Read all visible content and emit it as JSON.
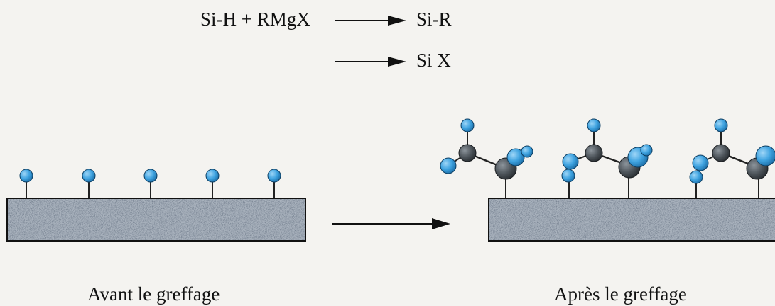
{
  "equation": {
    "reactants": "Si-H + RMgX",
    "product_1": "Si-R",
    "product_2": "Si X"
  },
  "captions": {
    "before": "Avant le greffage",
    "after": "Après le greffage"
  },
  "colors": {
    "hydrogen_atom": "#3fa3e0",
    "carbon_atom": "#4b5258",
    "substrate": "#a9b2bd",
    "bond": "#222222"
  }
}
